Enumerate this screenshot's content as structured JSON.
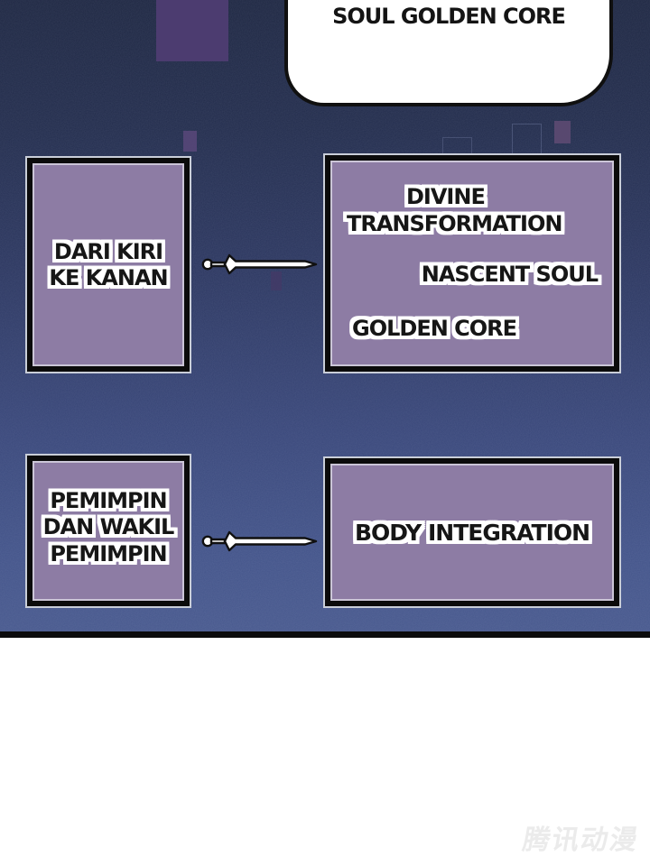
{
  "speech_bubble": {
    "text": "SOUL GOLDEN CORE"
  },
  "diagram": {
    "reading_order_box": {
      "lines": [
        "DARI KIRI",
        "KE KANAN"
      ]
    },
    "stage_box": {
      "labels": [
        "DIVINE",
        "TRANSFORMATION",
        "NASCENT SOUL",
        "GOLDEN CORE"
      ]
    },
    "leader_box": {
      "lines": [
        "PEMIMPIN",
        "DAN WAKIL",
        "PEMIMPIN"
      ]
    },
    "body_box": {
      "label": "BODY INTEGRATION"
    },
    "connector": "sword-arrow"
  },
  "watermark": {
    "text": "腾讯动漫"
  },
  "colors": {
    "panel_top": "#1e2742",
    "panel_bottom": "#48598e",
    "box_fill": "#8d7ca4",
    "box_border": "#0b0b0b",
    "accent_shape_purple": "#4c3c70",
    "bubble_fill": "#ffffff",
    "text": "#161616",
    "watermark": "#ebebeb"
  }
}
